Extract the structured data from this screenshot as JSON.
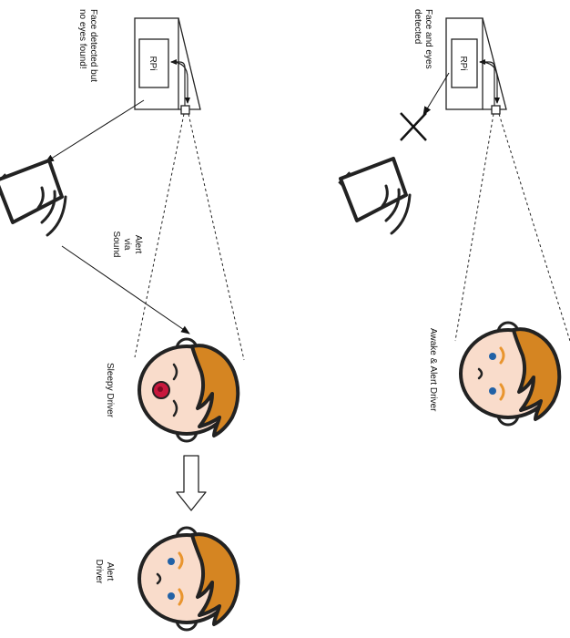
{
  "left_scenario": {
    "rpi_label": "RPi",
    "status_line1": "Face detected but",
    "status_line2": "no eyes found!",
    "alert_line1": "Alert",
    "alert_line2": "via",
    "alert_line3": "Sound",
    "driver_label_before": "Sleepy  Driver",
    "driver_label_after_line1": "Alert",
    "driver_label_after_line2": "Driver"
  },
  "right_scenario": {
    "rpi_label": "RPi",
    "status_line1": "Face and eyes",
    "status_line2": "detected",
    "driver_label": "Awake & Alert Driver"
  },
  "colors": {
    "outline": "#222222",
    "skin": "#f9dccb",
    "hair": "#d58522",
    "eye": "#2161a6",
    "brow": "#e9952e",
    "nose_alert": "#c8183d",
    "ear": "#ffffff"
  },
  "icons": [
    "speaker-icon",
    "cross-icon",
    "camera-icon",
    "down-arrow-icon",
    "face-icon"
  ]
}
